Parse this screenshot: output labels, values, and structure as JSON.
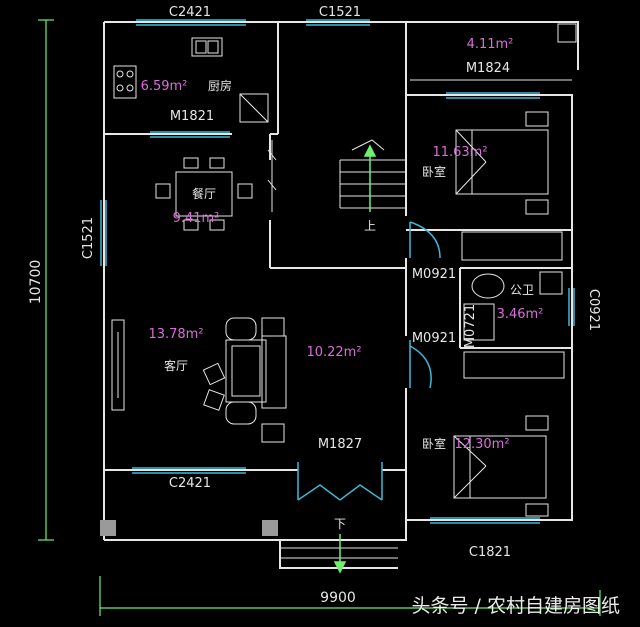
{
  "colors": {
    "background": "#000000",
    "wall": "#e6e6e6",
    "window": "#3fb8d8",
    "area_text": "#d86fd8",
    "label_text": "#e6e6e6",
    "dimension": "#6ef06e",
    "watermark": "#ffffff"
  },
  "plan": {
    "dimensions": {
      "height": "10700",
      "width": "9900"
    },
    "window_labels": {
      "top_left": "C2421",
      "top_middle": "C1521",
      "left": "C1521",
      "bottom_left": "C2421",
      "right": "C0921",
      "bottom_right": "C1821"
    },
    "door_labels": {
      "kitchen": "M1821",
      "top_right": "M1824",
      "bedroom_upper": "M0921",
      "bedroom_lower": "M0921",
      "bathroom": "M0721",
      "entrance": "M1827"
    },
    "rooms": {
      "kitchen": {
        "name": "厨房",
        "area": "6.59m²"
      },
      "dining": {
        "name": "餐厅",
        "area": "9.41m²"
      },
      "living": {
        "name": "客厅",
        "area": "13.78m²"
      },
      "hall": {
        "area": "10.22m²"
      },
      "storage": {
        "area": "4.11m²"
      },
      "bedroom_upper": {
        "name": "卧室",
        "area": "11.63m²"
      },
      "bathroom": {
        "name": "公卫",
        "area": "3.46m²"
      },
      "bedroom_lower": {
        "name": "卧室",
        "area": "12.30m²"
      }
    },
    "stair_labels": {
      "up": "上",
      "down": "下"
    }
  },
  "watermark": "头条号 / 农村自建房图纸"
}
